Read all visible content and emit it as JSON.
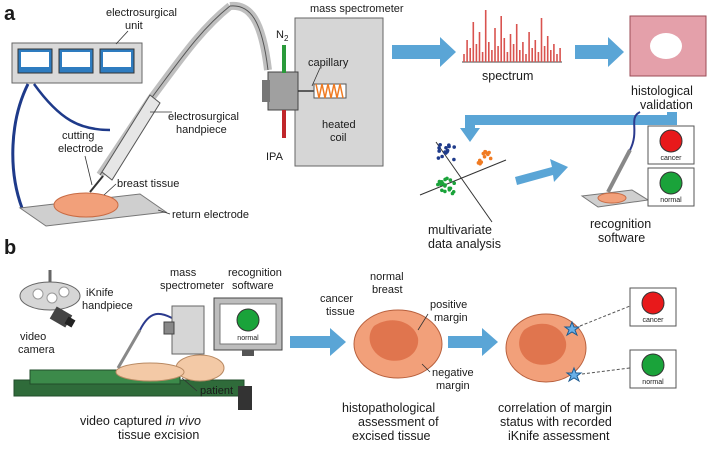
{
  "panel_a": {
    "letter": "a",
    "electrosurgical_unit": [
      "electrosurgical",
      "unit"
    ],
    "mass_spectrometer": "mass spectrometer",
    "n2": "N",
    "n2_sub": "2",
    "capillary": "capillary",
    "heated_coil": [
      "heated",
      "coil"
    ],
    "ipa": "IPA",
    "handpiece": [
      "electrosurgical",
      "handpiece"
    ],
    "cutting_electrode": [
      "cutting",
      "electrode"
    ],
    "breast_tissue": "breast tissue",
    "return_electrode": "return electrode",
    "spectrum": "spectrum",
    "histological_validation": [
      "histological",
      "validation"
    ],
    "multivariate": [
      "multivariate",
      "data analysis"
    ],
    "recognition": [
      "recognition",
      "software"
    ],
    "cancer_card": "cancer",
    "normal_card": "normal"
  },
  "panel_b": {
    "letter": "b",
    "ms": [
      "mass",
      "spectrometer"
    ],
    "rs": [
      "recognition",
      "software"
    ],
    "iknife": [
      "iKnife",
      "handpiece"
    ],
    "video_camera": [
      "video",
      "camera"
    ],
    "patient": "patient",
    "monitor_normal": "normal",
    "video_caption_pre": "video captured ",
    "video_caption_italic": "in vivo",
    "video_caption_2": "tissue excision",
    "normal_breast": [
      "normal",
      "breast"
    ],
    "cancer_tissue": [
      "cancer",
      "tissue"
    ],
    "positive_margin": [
      "positive",
      "margin"
    ],
    "negative_margin": [
      "negative",
      "margin"
    ],
    "histo_caption": [
      "histopathological",
      "assessment of",
      "excised tissue"
    ],
    "corr_caption": [
      "correlation of margin",
      "status with recorded",
      "iKnife assessment"
    ],
    "cancer_card": "cancer",
    "normal_card": "normal"
  },
  "colors": {
    "arrow": "#5aa5d6",
    "tissue": "#f2a07a",
    "tumor": "#e0754e",
    "green": "#1aa33a",
    "red": "#e8191b",
    "gray": "#c9c9c9"
  }
}
